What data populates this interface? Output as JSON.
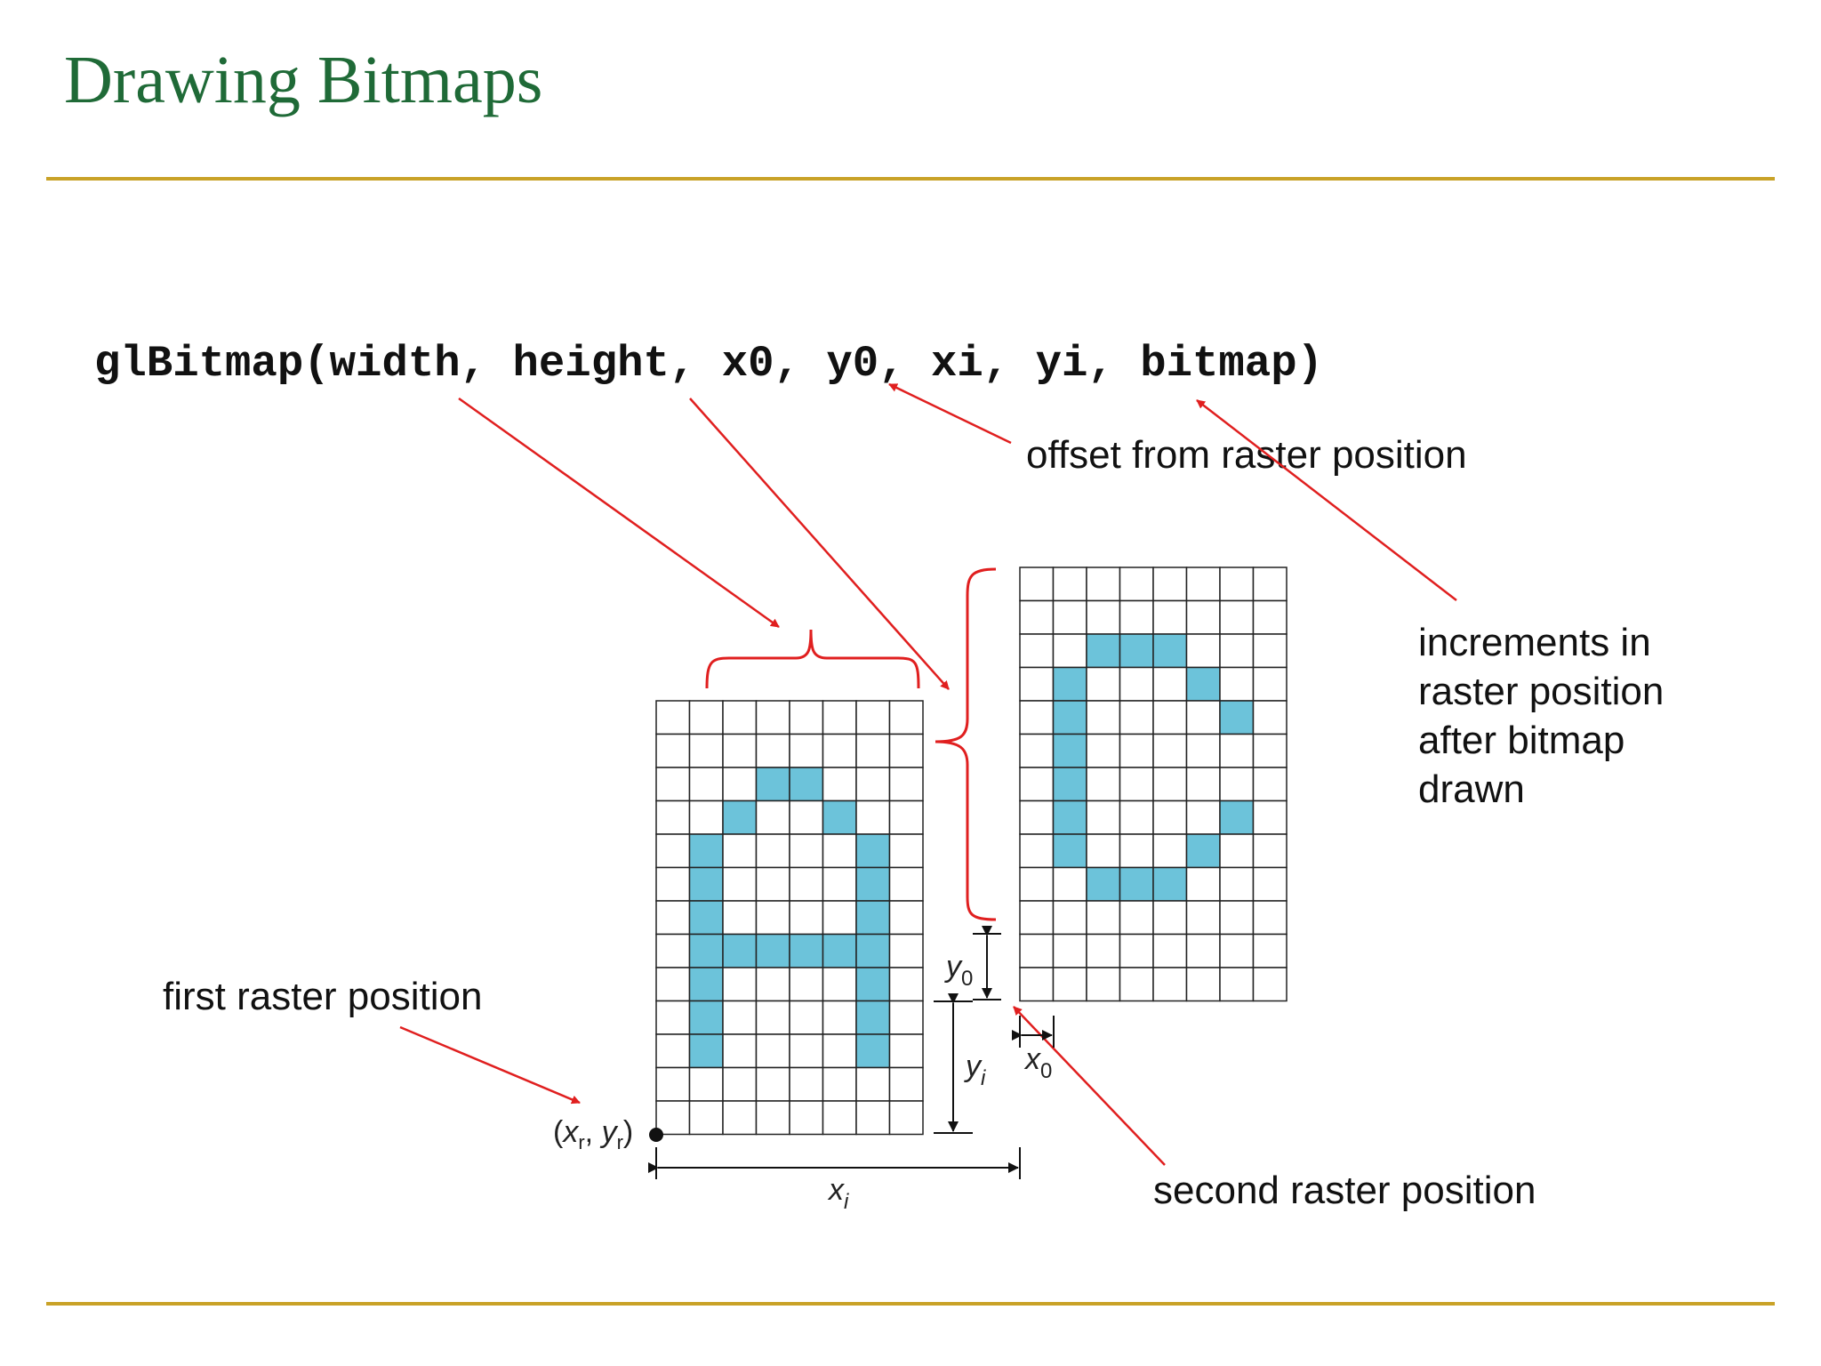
{
  "title": "Drawing Bitmaps",
  "code": "glBitmap(width, height, x0, y0, xi, yi, bitmap)",
  "annotations": {
    "offset": "offset from raster position",
    "increments": "increments in raster position after bitmap drawn",
    "first_raster": "first raster position",
    "second_raster": "second raster position"
  },
  "diagram_labels": {
    "raster_point": {
      "open": "(",
      "x": "x",
      "x_sub": "r",
      "sep": ", ",
      "y": "y",
      "y_sub": "r",
      "close": ")"
    },
    "y0": {
      "base": "y",
      "sub": "0"
    },
    "yi": {
      "base": "y",
      "sub": "i"
    },
    "x0": {
      "base": "x",
      "sub": "0"
    },
    "xi": {
      "base": "x",
      "sub": "i"
    }
  },
  "bitmaps": {
    "A": {
      "rows": [
        "00000000",
        "00000000",
        "00011000",
        "00100100",
        "01000010",
        "01000010",
        "01000010",
        "01111110",
        "01000010",
        "01000010",
        "01000010",
        "00000000",
        "00000000"
      ]
    },
    "C": {
      "rows": [
        "00000000",
        "00000000",
        "00111000",
        "01000100",
        "01000010",
        "01000000",
        "01000000",
        "01000010",
        "01000100",
        "00111000",
        "00000000",
        "00000000",
        "00000000"
      ]
    }
  },
  "colors": {
    "title": "#1f6a37",
    "rule": "#c9a227",
    "pixel_fill": "#6cc3da",
    "arrow": "#e01f1f",
    "grid": "#222222"
  }
}
